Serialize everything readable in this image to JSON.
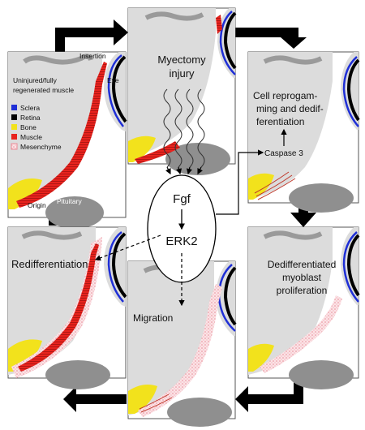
{
  "panels": {
    "uninjured": {
      "title": "Uninjured/fully regenerated muscle",
      "title_lines": [
        "Uninjured/fully",
        "regenerated muscle"
      ],
      "insertion": "Insertion",
      "eye": "Eye",
      "origin": "Origin",
      "pituitary": "Pituitary",
      "legend": [
        {
          "label": "Sclera",
          "color": "#1f2fd6"
        },
        {
          "label": "Retina",
          "color": "#000000"
        },
        {
          "label": "Bone",
          "color": "#f2e21c"
        },
        {
          "label": "Muscle",
          "color": "#e8231e"
        },
        {
          "label": "Mesenchyme",
          "color": "#f4a9b2"
        }
      ]
    },
    "injury": {
      "title": "Myectomy injury",
      "title_lines": [
        "Myectomy",
        "injury"
      ]
    },
    "reprogramming": {
      "title": "Cell reprogramming and dedifferentiation",
      "title_lines": [
        "Cell reprogam-",
        "ming and dedif-",
        "ferentiation"
      ],
      "caspase": "Caspase 3"
    },
    "proliferation": {
      "title": "Dedifferentiated myoblast proliferation",
      "title_lines": [
        "Dedifferentiated",
        "myoblast",
        "proliferation"
      ]
    },
    "migration": {
      "title": "Migration"
    },
    "redifferentiation": {
      "title": "Redifferentiation"
    }
  },
  "signaling": {
    "fgf": "Fgf",
    "erk": "ERK2"
  },
  "colors": {
    "tissue": "#dcdcdc",
    "bone_dark": "#8f8f8f",
    "sclera": "#1f2fd6",
    "retina": "#000000",
    "muscle": "#e8231e",
    "bone": "#f2e21c",
    "mesenchyme": "#f4a9b2"
  }
}
